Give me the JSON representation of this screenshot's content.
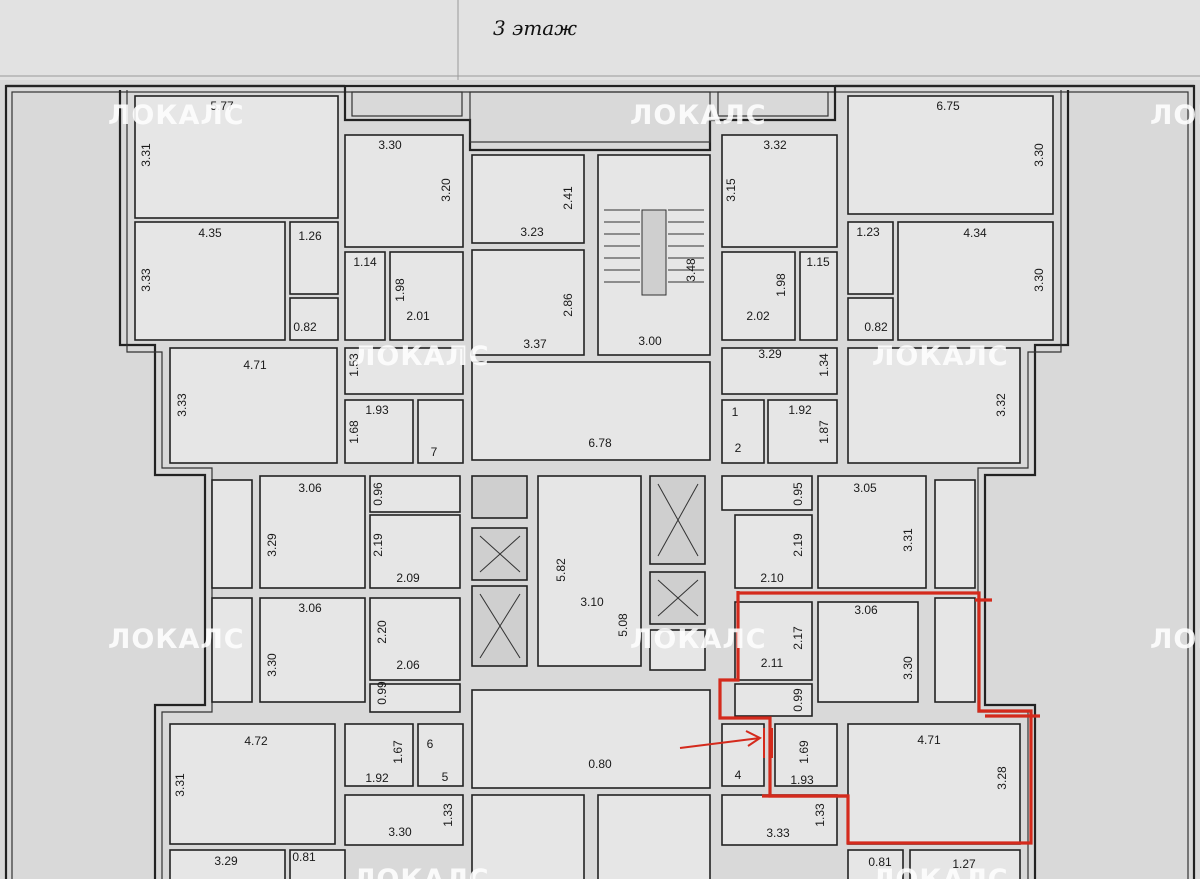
{
  "title": "3 этаж",
  "watermark": "ЛОКАЛС",
  "colors": {
    "paper": "#d9d9d9",
    "wall": "#222222",
    "highlight": "#d42a1c",
    "watermark": "#ffffff"
  },
  "labels": {
    "l1": "5.77",
    "l2": "3.31",
    "l3": "3.30",
    "l4": "3.20",
    "l5": "2.41",
    "l6": "3.23",
    "l7": "3.32",
    "l8": "3.15",
    "l9": "6.75",
    "l10": "3.30",
    "l11": "4.35",
    "l12": "1.26",
    "l13": "3.33",
    "l14": "1.14",
    "l15": "1.98",
    "l16": "2.01",
    "l17": "0.82",
    "l18": "2.86",
    "l19": "3.37",
    "l20": "3.00",
    "l21": "3.48",
    "l22": "1.23",
    "l23": "4.34",
    "l24": "1.15",
    "l25": "1.98",
    "l26": "2.02",
    "l27": "0.82",
    "l28": "3.30",
    "l29": "4.71",
    "l30": "3.33",
    "l31": "1.53",
    "l32": "1.93",
    "l33": "1.68",
    "l34": "7",
    "l35": "6.78",
    "l36": "3.29",
    "l37": "1.34",
    "l38": "1.92",
    "l39": "1.87",
    "l40": "1",
    "l41": "2",
    "l42": "3.32",
    "l43": "3.06",
    "l44": "0.96",
    "l45": "3.29",
    "l46": "2.19",
    "l47": "2.09",
    "l48": "5.82",
    "l49": "3.10",
    "l50": "5.08",
    "l51": "0.95",
    "l52": "3.05",
    "l53": "2.19",
    "l54": "2.10",
    "l55": "3.31",
    "l56": "3.06",
    "l57": "2.20",
    "l58": "3.30",
    "l59": "2.06",
    "l60": "0.99",
    "l61": "2.17",
    "l62": "3.06",
    "l63": "2.11",
    "l64": "3.30",
    "l65": "0.99",
    "l66": "4.72",
    "l67": "1.67",
    "l68": "6",
    "l69": "3.31",
    "l70": "1.92",
    "l71": "5",
    "l72": "1.33",
    "l73": "3.30",
    "l74": "0.80",
    "l75": "4",
    "l76": "1.69",
    "l77": "1.93",
    "l78": "4.71",
    "l79": "3.28",
    "l80": "1.33",
    "l81": "3.33",
    "l82": "3.29",
    "l83": "0.81",
    "l84": "0.81",
    "l85": "1.27"
  }
}
